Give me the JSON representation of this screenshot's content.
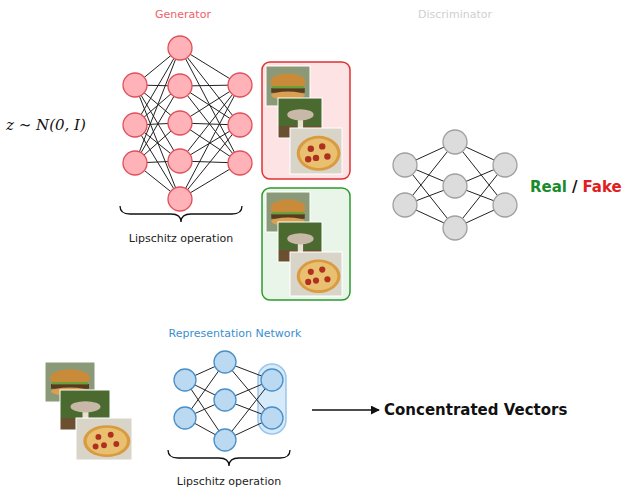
{
  "diagram": {
    "nodes": [
      {
        "text": [
          "Generator"
        ]
      },
      {
        "text": [
          "Discriminator"
        ]
      },
      {
        "text": [
          "Representation Network"
        ]
      },
      {
        "text": [
          "Concentrated Vectors"
        ]
      }
    ],
    "edges": [
      {
        "from": 2,
        "to": 3,
        "arrow": "to"
      }
    ],
    "labels": [
      "z ∼ N(0, I)",
      "Lipschitz operation",
      "Real",
      "/",
      "Fake",
      "Lipschitz operation"
    ]
  }
}
